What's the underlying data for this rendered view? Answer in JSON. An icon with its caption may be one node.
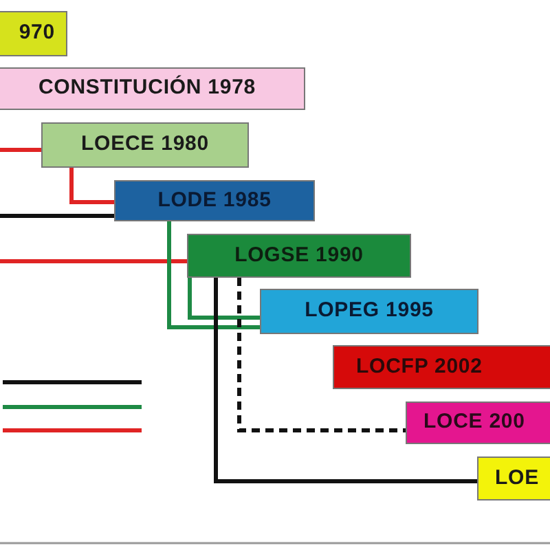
{
  "diagram": {
    "nodes": [
      {
        "text": [
          "970"
        ]
      },
      {
        "text": [
          "CONSTITUCIÓN 1978"
        ]
      },
      {
        "text": [
          "LOECE 1980"
        ]
      },
      {
        "text": [
          "LODE 1985"
        ]
      },
      {
        "text": [
          "LOGSE 1990"
        ]
      },
      {
        "text": [
          "LOPEG 1995"
        ]
      },
      {
        "text": [
          "LOCFP 2002"
        ]
      },
      {
        "text": [
          "LOCE 200"
        ]
      },
      {
        "text": [
          "LOE"
        ]
      }
    ],
    "edges": [
      {
        "from": null,
        "to": 2,
        "arrow": "none",
        "color": "#e02424"
      },
      {
        "from": 2,
        "to": 3,
        "arrow": "none",
        "color": "#e02424"
      },
      {
        "from": null,
        "to": 3,
        "arrow": "none",
        "color": "#111111"
      },
      {
        "from": null,
        "to": 4,
        "arrow": "none",
        "color": "#e02424"
      },
      {
        "from": 3,
        "to": 5,
        "arrow": "none",
        "color": "#1e8a45"
      },
      {
        "from": 4,
        "to": 5,
        "arrow": "none",
        "color": "#1e8a45"
      },
      {
        "from": 4,
        "to": 8,
        "arrow": "none",
        "color": "#111111"
      },
      {
        "from": 4,
        "to": 7,
        "arrow": "none",
        "style": "dashed",
        "color": "#111111"
      }
    ]
  }
}
